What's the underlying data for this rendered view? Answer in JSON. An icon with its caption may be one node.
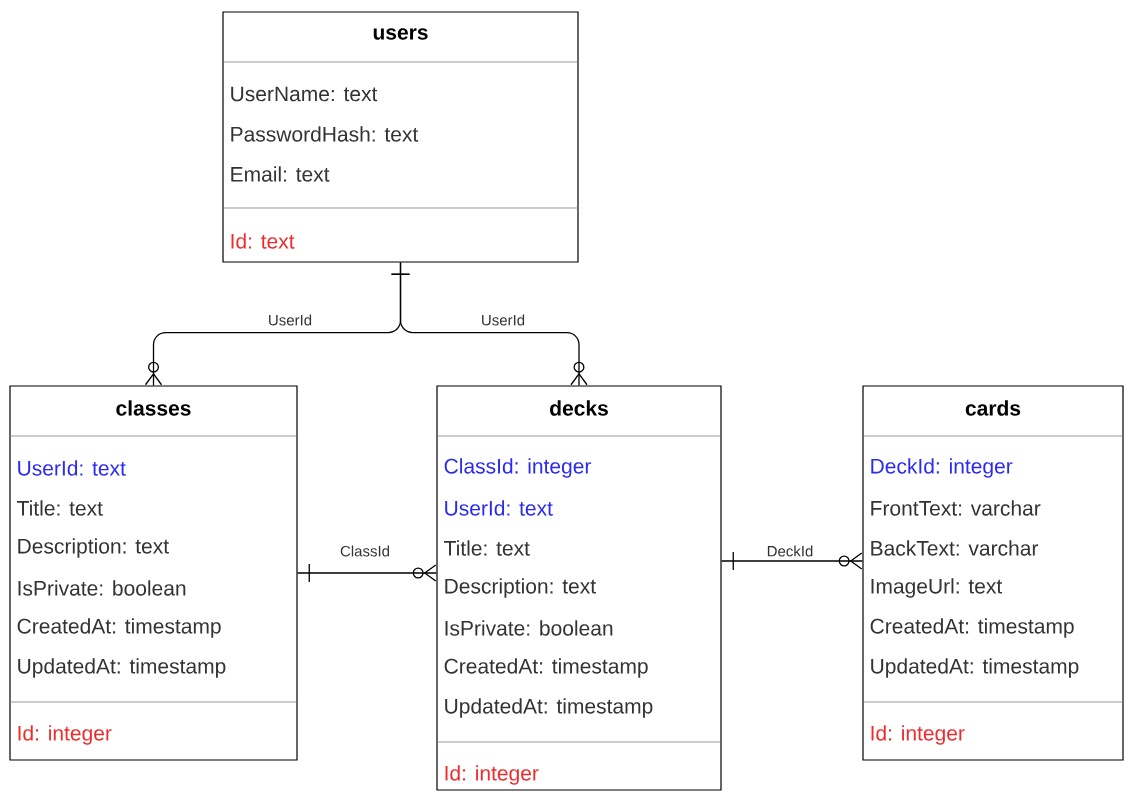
{
  "diagram": {
    "nodes": [
      {
        "text": [
          "users",
          "UserName: text",
          "PasswordHash: text",
          "Email: text",
          "Id: text"
        ]
      },
      {
        "text": [
          "classes",
          "UserId: text",
          "Title: text",
          "Description: text",
          "IsPrivate: boolean",
          "CreatedAt: timestamp",
          "UpdatedAt: timestamp",
          "Id: integer"
        ]
      },
      {
        "text": [
          "decks",
          "ClassId: integer",
          "UserId: text",
          "Title: text",
          "Description: text",
          "IsPrivate: boolean",
          "CreatedAt: timestamp",
          "UpdatedAt: timestamp",
          "Id: integer"
        ]
      },
      {
        "text": [
          "cards",
          "DeckId: integer",
          "FrontText: varchar",
          "BackText: varchar",
          "ImageUrl: text",
          "CreatedAt: timestamp",
          "UpdatedAt: timestamp",
          "Id: integer"
        ]
      }
    ],
    "edges": [
      {
        "from": 0,
        "to": 1,
        "arrow": "other",
        "label": "UserId"
      },
      {
        "from": 0,
        "to": 2,
        "arrow": "other",
        "label": "UserId"
      },
      {
        "from": 1,
        "to": 2,
        "arrow": "other",
        "label": "ClassId"
      },
      {
        "from": 2,
        "to": 3,
        "arrow": "other",
        "label": "DeckId"
      }
    ]
  }
}
